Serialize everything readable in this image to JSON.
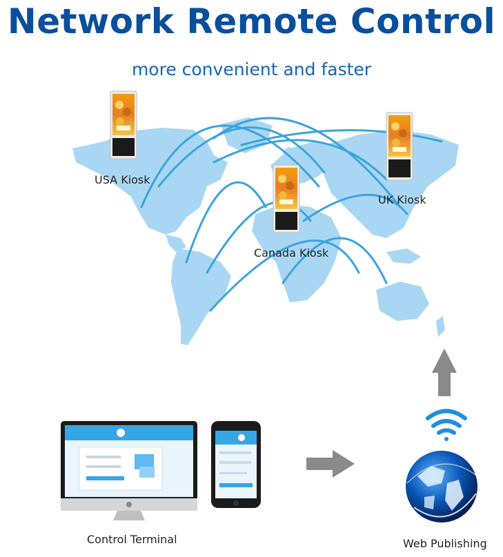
{
  "header": {
    "title": "Network Remote Control",
    "subtitle": "more convenient and faster"
  },
  "kiosks": [
    {
      "label": "USA Kiosk"
    },
    {
      "label": "Canada Kiosk"
    },
    {
      "label": "UK Kiosk"
    }
  ],
  "bottom": {
    "control_terminal_label": "Control Terminal",
    "web_publishing_label": "Web Publishing"
  },
  "colors": {
    "title": "#0a4f9c",
    "subtitle": "#1565b8",
    "map": "#a9d7f3",
    "map_dark": "#7cc0ec",
    "arcs": "#3aa3dd",
    "arrow": "#8a8a8a",
    "wifi": "#1e8fe0",
    "globe": "#0b58b8"
  },
  "icons": [
    "monitor-icon",
    "smartphone-icon",
    "wifi-icon",
    "globe-icon",
    "arrow-right-icon",
    "arrow-up-icon",
    "kiosk-icon"
  ]
}
